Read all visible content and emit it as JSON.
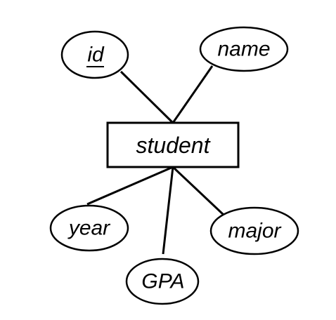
{
  "entity": {
    "name": "student"
  },
  "attributes": [
    {
      "key": "id",
      "label": "id",
      "primary_key": true
    },
    {
      "key": "name",
      "label": "name",
      "primary_key": false
    },
    {
      "key": "year",
      "label": "year",
      "primary_key": false
    },
    {
      "key": "gpa",
      "label": "GPA",
      "primary_key": false
    },
    {
      "key": "major",
      "label": "major",
      "primary_key": false
    }
  ],
  "relationships": [
    {
      "from": "student",
      "to": "id"
    },
    {
      "from": "student",
      "to": "name"
    },
    {
      "from": "student",
      "to": "year"
    },
    {
      "from": "student",
      "to": "gpa"
    },
    {
      "from": "student",
      "to": "major"
    }
  ]
}
